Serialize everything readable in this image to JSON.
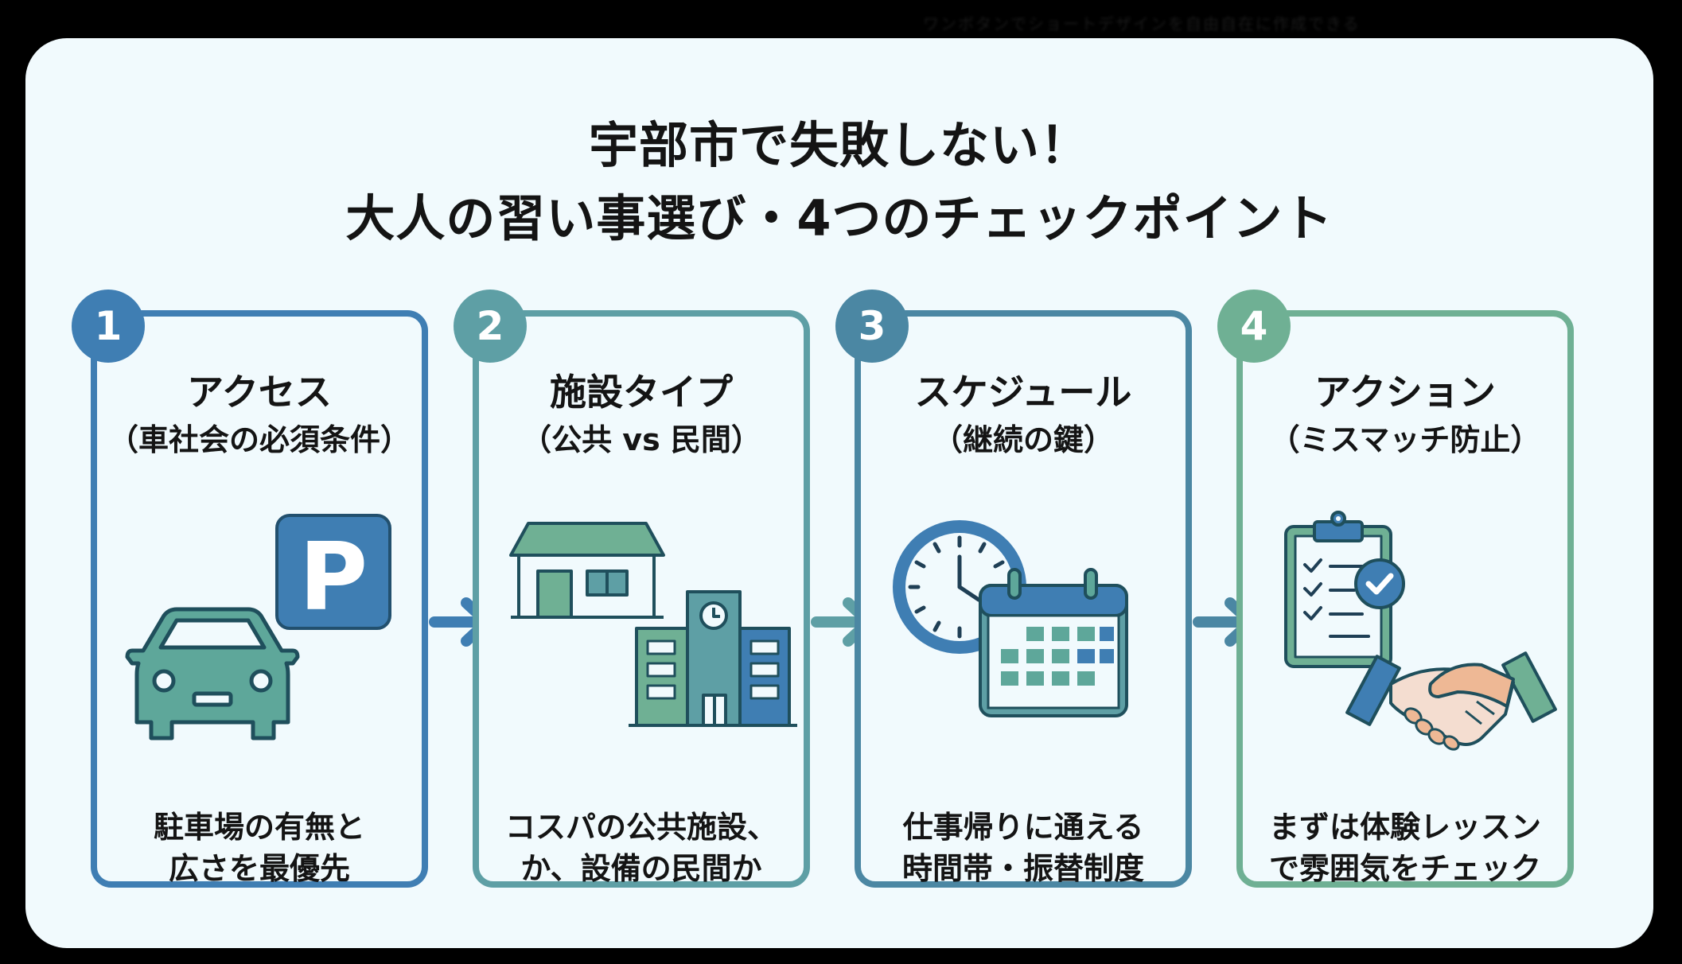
{
  "background_text": "ワンボタンでショートデザインを自由自在に作成できる",
  "title": {
    "line1": "宇部市で失敗しない！",
    "line2": "大人の習い事選び・4つのチェックポイント"
  },
  "colors": {
    "blue": "#3f7eb3",
    "teal": "#5e9fa5",
    "steel": "#4b87a3",
    "green": "#6fb094",
    "panel": "#f1fafd",
    "text": "#141414"
  },
  "cards": [
    {
      "number": "1",
      "title": "アクセス",
      "subtitle": "（車社会の必須条件）",
      "description": [
        "駐車場の有無と",
        "広さを最優先"
      ],
      "icons": [
        "car-icon",
        "parking-sign-icon"
      ],
      "parking_letter": "P"
    },
    {
      "number": "2",
      "title": "施設タイプ",
      "subtitle": "（公共 vs 民間）",
      "description": [
        "コスパの公共施設、",
        "か、設備の民間か"
      ],
      "icons": [
        "house-icon",
        "public-building-icon"
      ]
    },
    {
      "number": "3",
      "title": "スケジュール",
      "subtitle": "（継続の鍵）",
      "description": [
        "仕事帰りに通える",
        "時間帯・振替制度"
      ],
      "icons": [
        "clock-icon",
        "calendar-icon"
      ]
    },
    {
      "number": "4",
      "title": "アクション",
      "subtitle": "（ミスマッチ防止）",
      "description": [
        "まずは体験レッスン",
        "で雰囲気をチェック"
      ],
      "icons": [
        "checklist-clipboard-icon",
        "handshake-icon"
      ]
    }
  ],
  "arrows": [
    "arrow-right-icon",
    "arrow-right-icon",
    "arrow-right-icon"
  ]
}
